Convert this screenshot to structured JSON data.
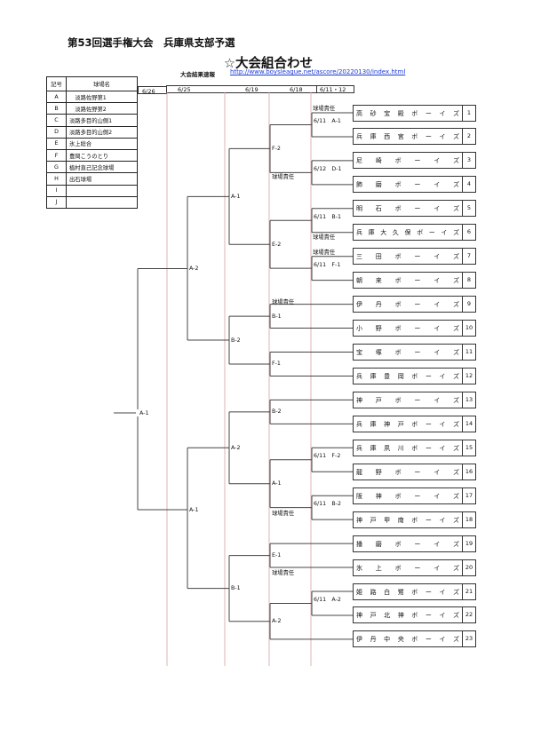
{
  "header": {
    "title": "第53回選手権大会　兵庫県支部予選",
    "subtitle": "☆大会組合わせ",
    "results_label": "大会結果速報",
    "results_link": "http://www.boysleague.net/ascore/20220130/index.html"
  },
  "venues": {
    "headers": [
      "記号",
      "球場名"
    ],
    "rows": [
      {
        "code": "A",
        "name": "　淡路佐野第1"
      },
      {
        "code": "B",
        "name": "　淡路佐野第2"
      },
      {
        "code": "C",
        "name": "淡路多目的山側1"
      },
      {
        "code": "D",
        "name": "淡路多目的山側2"
      },
      {
        "code": "E",
        "name": "氷上総合"
      },
      {
        "code": "F",
        "name": "豊岡こうのとり"
      },
      {
        "code": "G",
        "name": "植村直己記念球場"
      },
      {
        "code": "H",
        "name": "出石球場"
      },
      {
        "code": "I",
        "name": ""
      },
      {
        "code": "J",
        "name": ""
      }
    ]
  },
  "dates": [
    "6/26",
    "6/25",
    "6/19",
    "6/18",
    "6/11・12"
  ],
  "teams": [
    {
      "no": "1",
      "name": "高砂宝殿ボーイズ"
    },
    {
      "no": "2",
      "name": "兵庫西宮ボーイズ"
    },
    {
      "no": "3",
      "name": "尼崎ボーイズ"
    },
    {
      "no": "4",
      "name": "飾磨ボーイズ"
    },
    {
      "no": "5",
      "name": "明石ボーイズ"
    },
    {
      "no": "6",
      "name": "兵庫大久保ボーイズ"
    },
    {
      "no": "7",
      "name": "三田ボーイズ"
    },
    {
      "no": "8",
      "name": "朝来ボーイズ"
    },
    {
      "no": "9",
      "name": "伊丹ボーイズ"
    },
    {
      "no": "10",
      "name": "小野ボーイズ"
    },
    {
      "no": "11",
      "name": "宝塚ボーイズ"
    },
    {
      "no": "12",
      "name": "兵庫豊岡ボーイズ"
    },
    {
      "no": "13",
      "name": "神戸ボーイズ"
    },
    {
      "no": "14",
      "name": "兵庫神戸ボーイズ"
    },
    {
      "no": "15",
      "name": "兵庫夙川ボーイズ"
    },
    {
      "no": "16",
      "name": "龍野ボーイズ"
    },
    {
      "no": "17",
      "name": "阪神ボーイズ"
    },
    {
      "no": "18",
      "name": "神戸甲南ボーイズ"
    },
    {
      "no": "19",
      "name": "播磨ボーイズ"
    },
    {
      "no": "20",
      "name": "氷上ボーイズ"
    },
    {
      "no": "21",
      "name": "姫路白鷺ボーイズ"
    },
    {
      "no": "22",
      "name": "神戸北神ボーイズ"
    },
    {
      "no": "23",
      "name": "伊丹中央ボーイズ"
    }
  ],
  "bracket": {
    "round1": [
      "6/11　A-1",
      "6/12　D-1",
      "6/11　B-1",
      "6/11　F-1",
      "6/11　F-2",
      "6/11　B-2",
      "6/11　A-2"
    ],
    "round2": [
      "F-2",
      "E-2",
      "B-1",
      "F-1",
      "B-2",
      "A-1",
      "E-1",
      "A-2"
    ],
    "round3": [
      "A-1",
      "B-2",
      "A-2",
      "B-1"
    ],
    "semifinal": [
      "A-2",
      "A-1"
    ],
    "final": "A-1",
    "host_note": "球場責任"
  }
}
